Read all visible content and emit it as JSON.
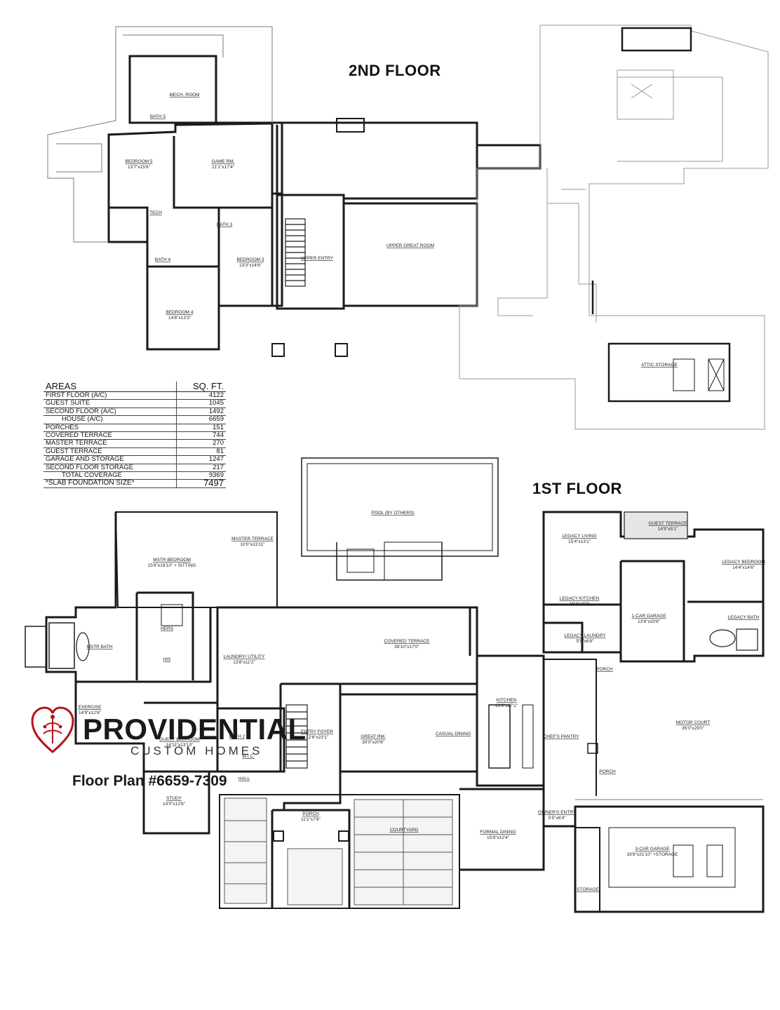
{
  "headings": {
    "second_floor": "2ND FLOOR",
    "first_floor": "1ST FLOOR"
  },
  "second_floor_rooms": [
    {
      "name": "MECH. ROOM",
      "dims": ""
    },
    {
      "name": "BATH 5",
      "dims": ""
    },
    {
      "name": "BEDROOM 5",
      "dims": "13'7\"x15'6\""
    },
    {
      "name": "GAME RM.",
      "dims": "21'1\"x17'4\""
    },
    {
      "name": "TECH",
      "dims": ""
    },
    {
      "name": "BATH 3",
      "dims": ""
    },
    {
      "name": "BATH 4",
      "dims": ""
    },
    {
      "name": "BEDROOM 3",
      "dims": "13'3\"x14'6\""
    },
    {
      "name": "BEDROOM 4",
      "dims": "14'6\"x13'3\""
    },
    {
      "name": "UPPER ENTRY",
      "dims": ""
    },
    {
      "name": "UPPER GREAT ROOM",
      "dims": ""
    },
    {
      "name": "ATTIC STORAGE",
      "dims": ""
    }
  ],
  "first_floor_rooms": [
    {
      "name": "POOL (BY OTHERS)",
      "dims": ""
    },
    {
      "name": "MASTER TERRACE",
      "dims": "10'0\"x23'11\""
    },
    {
      "name": "MSTR BEDROOM",
      "dims": "15'8\"x19'10\" + SITTING"
    },
    {
      "name": "HERS",
      "dims": ""
    },
    {
      "name": "MSTR BATH",
      "dims": ""
    },
    {
      "name": "HIS",
      "dims": ""
    },
    {
      "name": "LAUNDRY/ UTILITY",
      "dims": "13'8\"x11'2\""
    },
    {
      "name": "COVERED TERRACE",
      "dims": "39'10\"x17'0\""
    },
    {
      "name": "EXERCISE",
      "dims": "14'9\"x12'6\""
    },
    {
      "name": "GUEST BEDROOM",
      "dims": "14'11\"x13'10\""
    },
    {
      "name": "BATH 2",
      "dims": ""
    },
    {
      "name": "W.I.C.",
      "dims": ""
    },
    {
      "name": "HALL",
      "dims": ""
    },
    {
      "name": "ENTRY FOYER",
      "dims": "12'6\"x23'1\""
    },
    {
      "name": "GREAT RM.",
      "dims": "30'0\"x20'6\""
    },
    {
      "name": "CASUAL DINING",
      "dims": ""
    },
    {
      "name": "KITCHEN",
      "dims": "13'6\"x27'1\""
    },
    {
      "name": "STUDY",
      "dims": "14'0\"x12'6\""
    },
    {
      "name": "PORCH",
      "dims": "11'2\"x7'6\""
    },
    {
      "name": "COURTYARD",
      "dims": ""
    },
    {
      "name": "FORMAL DINING",
      "dims": "15'6\"x12'4\""
    },
    {
      "name": "LEGACY LIVING",
      "dims": "15'4\"x13'1\""
    },
    {
      "name": "LEGACY KITCHEN",
      "dims": "15'4\"x8'2\""
    },
    {
      "name": "LEGACY LAUNDRY",
      "dims": "5'5\"x6'8\""
    },
    {
      "name": "GUEST TERRACE",
      "dims": "14'9\"x5'1\""
    },
    {
      "name": "LEGACY BEDROOM",
      "dims": "14'4\"x14'6\""
    },
    {
      "name": "1-CAR GARAGE",
      "dims": "13'6\"x20'8\""
    },
    {
      "name": "LEGACY BATH",
      "dims": ""
    },
    {
      "name": "PORCH",
      "dims": ""
    },
    {
      "name": "MOTOR COURT",
      "dims": "35'0\"x29'0\""
    },
    {
      "name": "OWNER'S ENTRY",
      "dims": "5'5\"x6'4\""
    },
    {
      "name": "CHEF'S PANTRY",
      "dims": ""
    },
    {
      "name": "3-CAR GARAGE",
      "dims": "33'8\"x21'10\" +STORAGE"
    },
    {
      "name": "STORAGE",
      "dims": ""
    },
    {
      "name": "PORCH",
      "dims": ""
    }
  ],
  "areas_table": {
    "header": [
      "AREAS",
      "SQ. FT."
    ],
    "rows": [
      {
        "label": "FIRST FLOOR (A/C)",
        "value": "4122"
      },
      {
        "label": "GUEST SUITE",
        "value": "1045"
      },
      {
        "label": "SECOND FLOOR (A/C)",
        "value": "1492"
      },
      {
        "label": "HOUSE (A/C)",
        "value": "6659"
      },
      {
        "label": "PORCHES",
        "value": "151"
      },
      {
        "label": "COVERED TERRACE",
        "value": "744"
      },
      {
        "label": "MASTER TERRACE",
        "value": "270"
      },
      {
        "label": "GUEST TERRACE",
        "value": "81"
      },
      {
        "label": "GARAGE AND STORAGE",
        "value": "1247"
      },
      {
        "label": "SECOND FLOOR STORAGE",
        "value": "217"
      },
      {
        "label": "TOTAL COVERAGE",
        "value": "9369"
      },
      {
        "label": "*SLAB FOUNDATION SIZE*",
        "value": "7497"
      }
    ]
  },
  "brand": {
    "name": "PROVIDENTIAL",
    "subtitle": "CUSTOM HOMES",
    "accent": "#b5121b"
  },
  "plan_number": "Floor Plan #6659-7309"
}
